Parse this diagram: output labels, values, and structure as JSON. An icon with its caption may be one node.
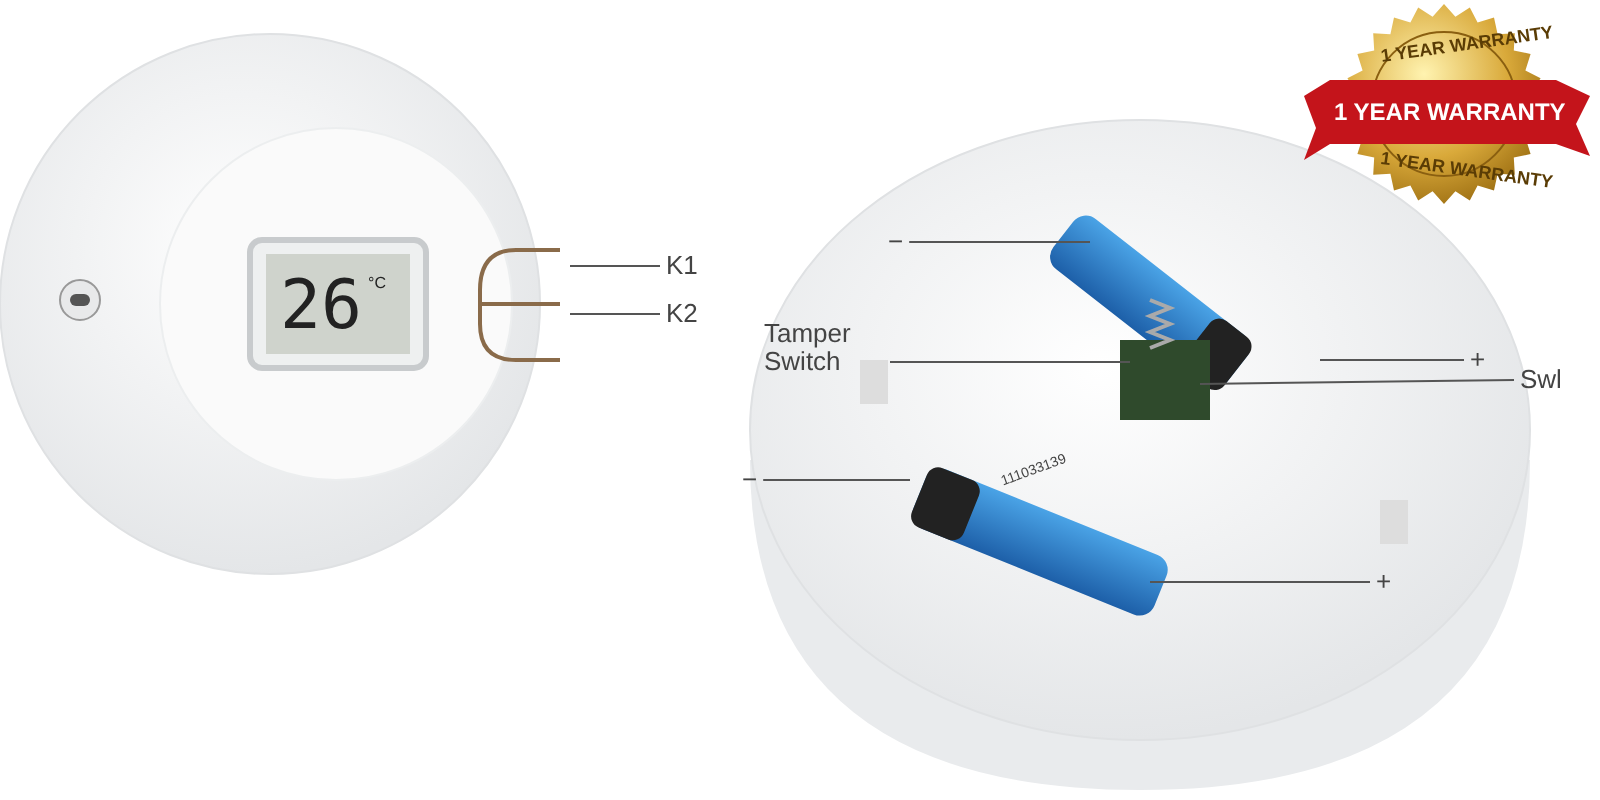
{
  "diagram": {
    "nodes": [
      {
        "text": [
          "K1"
        ]
      },
      {
        "text": [
          "K2"
        ]
      },
      {
        "text": [
          "−"
        ]
      },
      {
        "text": [
          "Tamper Switch"
        ]
      },
      {
        "text": [
          "+"
        ]
      },
      {
        "text": [
          "Swl"
        ]
      },
      {
        "text": [
          "−"
        ]
      },
      {
        "text": [
          "+"
        ]
      }
    ],
    "edges": [
      {
        "from": 0,
        "to": null,
        "arrow": "none"
      },
      {
        "from": 1,
        "to": null,
        "arrow": "none"
      },
      {
        "from": 2,
        "to": null,
        "arrow": "none"
      },
      {
        "from": 3,
        "to": null,
        "arrow": "none"
      },
      {
        "from": 4,
        "to": null,
        "arrow": "none"
      },
      {
        "from": 5,
        "to": null,
        "arrow": "none"
      },
      {
        "from": 6,
        "to": null,
        "arrow": "none"
      },
      {
        "from": 7,
        "to": null,
        "arrow": "none"
      }
    ],
    "labels": [
      "1 YEAR WARRANTY",
      "1 YEAR WARRANTY",
      "1 YEAR WARRANTY",
      "26",
      "°C",
      "111033139"
    ]
  }
}
